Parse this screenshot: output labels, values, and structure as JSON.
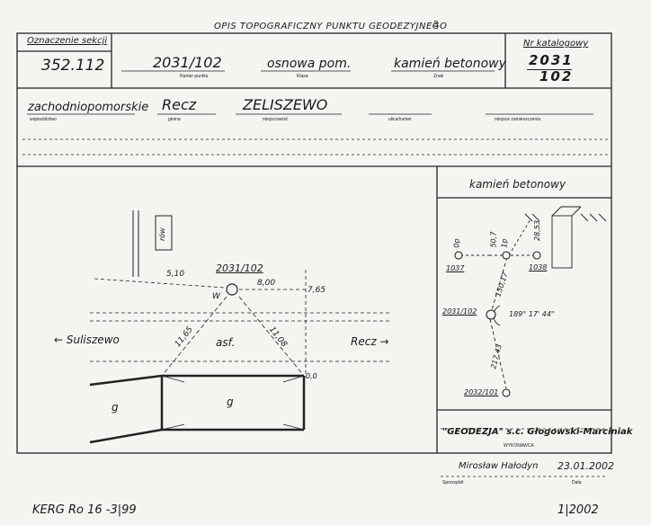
{
  "header": {
    "form_title": "OPIS TOPOGRAFICZNY PUNKTU GEODEZYJNEGO",
    "page_mark": "3"
  },
  "identity": {
    "section_label": "Oznaczenie sekcji",
    "section_value": "352.112",
    "point_number": "2031/102",
    "point_number_label": "Numer punktu",
    "class_value": "osnowa pom.",
    "class_label": "Klasa",
    "mark_value": "kamień betonowy",
    "mark_label": "Znak",
    "catalog_label": "Nr katalogowy",
    "catalog_top": "2031",
    "catalog_bottom": "102"
  },
  "location": {
    "voivodeship": "zachodniopomorskie",
    "voivodeship_label": "województwo",
    "commune": "Recz",
    "commune_label": "gmina",
    "locality": "ZELISZEWO",
    "locality_label": "miejscowość",
    "street_label": "ulica/numer",
    "placement_label": "miejsce zamieszczenia"
  },
  "sketch": {
    "ditch_label": "rów",
    "point_label": "2031/102",
    "mark_w": "W",
    "dist_left": "5,10",
    "dist_right": "8,00",
    "dist_up": "7,65",
    "diag_left": "11,65",
    "diag_right": "11,08",
    "surface": "asf.",
    "zero": "0,0",
    "to_left": "← Suliszewo",
    "to_right": "Recz →",
    "field_left": "g",
    "field_center": "g"
  },
  "mini_map": {
    "title": "kamień betonowy",
    "p1037": "1037",
    "p1038": "1038",
    "p2031": "2031/102",
    "p2032": "2032/101",
    "angle": "189° 17' 44\"",
    "d1": "50,7",
    "d2": "28,53",
    "d3": "150,17",
    "d4": "217,43",
    "d5": "1p",
    "d6": "0p"
  },
  "footer": {
    "company": "\"GEODEZJA\" s.c. Głogowski-Marciniak",
    "company_label": "WYKONAWCA",
    "author": "Mirosław Hałodyn",
    "author_label": "Sporządził",
    "date": "23.01.2002",
    "date_label": "Data",
    "bottom_left": "KERG  Ro 16 -3|99",
    "bottom_right": "1|2002"
  }
}
